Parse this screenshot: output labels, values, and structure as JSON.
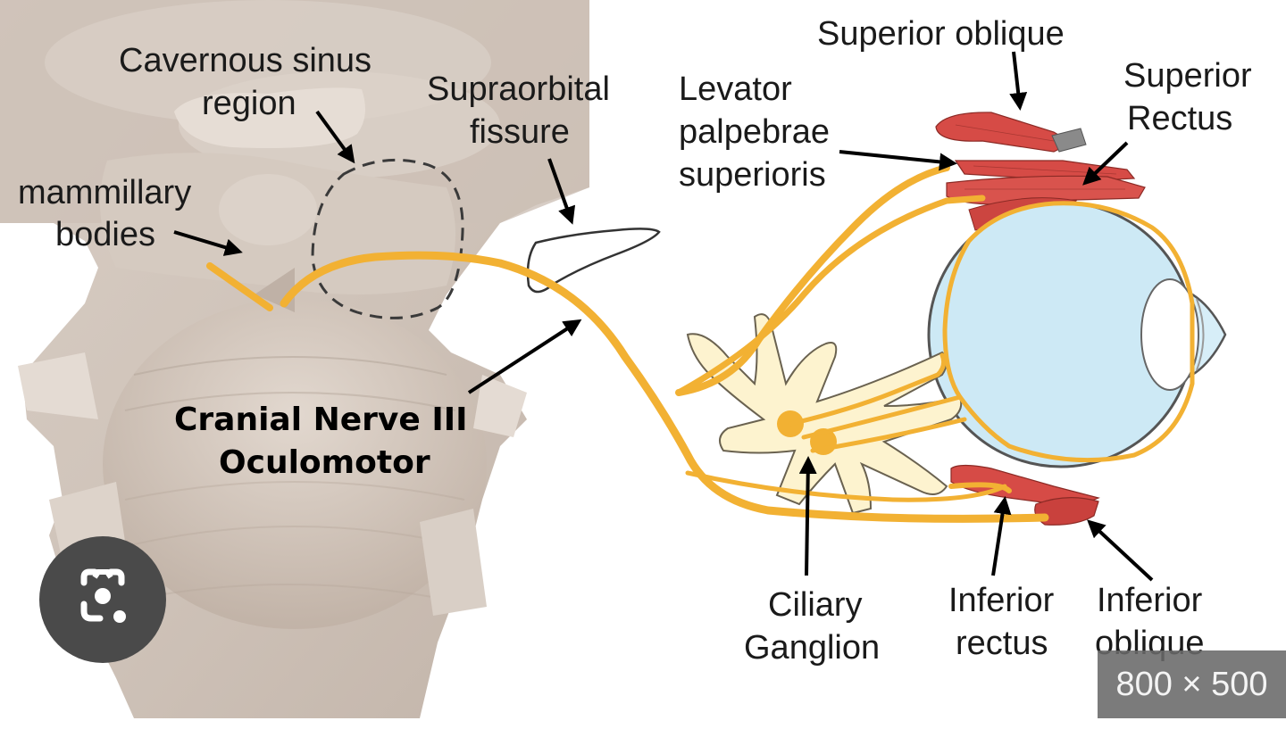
{
  "labels": {
    "cavernous_line1": "Cavernous sinus",
    "cavernous_line2": "region",
    "supraorbital_line1": "Supraorbital",
    "supraorbital_line2": "fissure",
    "mammillary_line1": "mammillary",
    "mammillary_line2": "bodies",
    "nerve_line1": "Cranial Nerve III",
    "nerve_line2": "Oculomotor",
    "superior_oblique": "Superior oblique",
    "superior_rectus_line1": "Superior",
    "superior_rectus_line2": "Rectus",
    "levator_line1": "Levator",
    "levator_line2": "palpebrae",
    "levator_line3": "superioris",
    "ciliary_line1": "Ciliary",
    "ciliary_line2": "Ganglion",
    "inferior_rectus_line1": "Inferior",
    "inferior_rectus_line2": "rectus",
    "inferior_oblique_line1": "Inferior",
    "inferior_oblique_line2": "oblique"
  },
  "overlay": {
    "image_size": "800 × 500",
    "lens_icon": "camera-search-icon"
  },
  "colors": {
    "nerve": "#f2b133",
    "muscle": "#d64b46",
    "eyeball": "#cde9f5",
    "ganglion": "#fdf3cf",
    "brainstem": "#d3c7bd"
  }
}
